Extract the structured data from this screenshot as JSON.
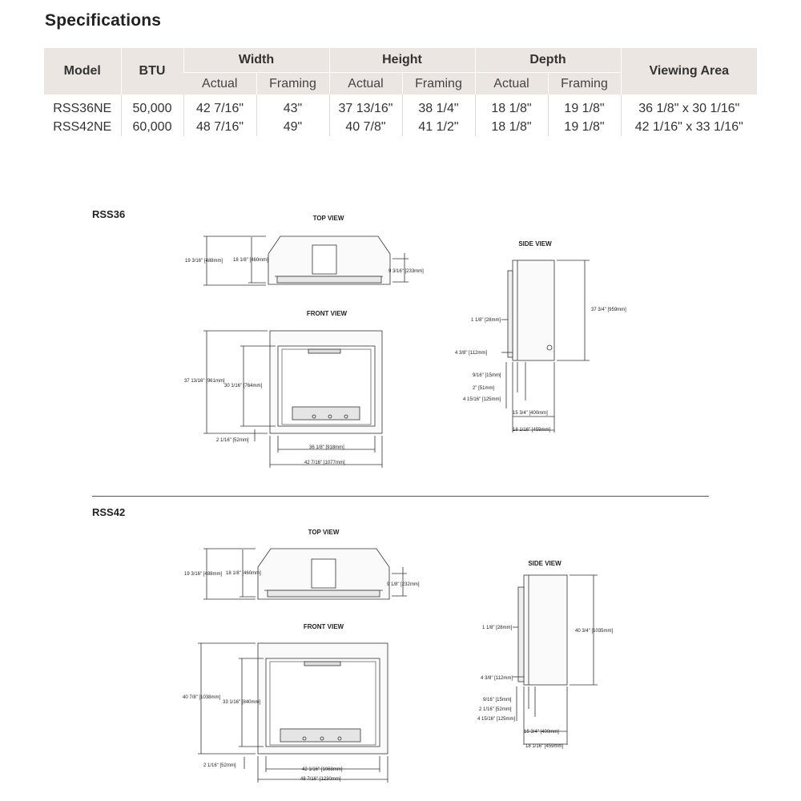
{
  "title": "Specifications",
  "table": {
    "headers": {
      "model": "Model",
      "btu": "BTU",
      "width": "Width",
      "height": "Height",
      "depth": "Depth",
      "viewing_area": "Viewing Area",
      "actual": "Actual",
      "framing": "Framing"
    },
    "rows": [
      {
        "model": "RSS36NE",
        "btu": "50,000",
        "width_actual": "42 7/16\"",
        "width_framing": "43\"",
        "height_actual": "37 13/16\"",
        "height_framing": "38 1/4\"",
        "depth_actual": "18 1/8\"",
        "depth_framing": "19 1/8\"",
        "viewing_area": "36 1/8\" x 30 1/16\""
      },
      {
        "model": "RSS42NE",
        "btu": "60,000",
        "width_actual": "48 7/16\"",
        "width_framing": "49\"",
        "height_actual": "40 7/8\"",
        "height_framing": "41 1/2\"",
        "depth_actual": "18 1/8\"",
        "depth_framing": "19 1/8\"",
        "viewing_area": "42 1/16\" x 33 1/16\""
      }
    ]
  },
  "diagrams": [
    {
      "model": "RSS36",
      "top_view_label": "TOP VIEW",
      "front_view_label": "FRONT VIEW",
      "side_view_label": "SIDE VIEW",
      "top_dims": {
        "outer_depth": "19 3/16\" [488mm]",
        "inner_depth": "18 1/8\" [460mm]",
        "vent": "9 3/16\" [233mm]"
      },
      "front_dims": {
        "height": "37 13/16\" [961mm]",
        "opening_height": "30 1/16\" [764mm]",
        "base": "2 1/16\" [52mm]",
        "opening_width": "36 1/8\" [918mm]",
        "width": "42 7/16\" [1077mm]"
      },
      "side_dims": {
        "height": "37 3/4\" [959mm]",
        "a": "1 1/8\" [28mm]",
        "b": "4 3/8\" [112mm]",
        "c": "9/16\" [15mm]",
        "d": "2\" [51mm]",
        "e": "4 15/16\" [125mm]",
        "f": "15 3/4\" [400mm]",
        "g": "18 1/16\" [459mm]"
      }
    },
    {
      "model": "RSS42",
      "top_view_label": "TOP VIEW",
      "front_view_label": "FRONT VIEW",
      "side_view_label": "SIDE VIEW",
      "top_dims": {
        "outer_depth": "19 3/16\" [488mm]",
        "inner_depth": "18 1/8\" [460mm]",
        "vent": "9 1/8\" [232mm]"
      },
      "front_dims": {
        "height": "40 7/8\" [1038mm]",
        "opening_height": "33 1/16\" [840mm]",
        "base": "2 1/16\" [52mm]",
        "opening_width": "42 1/16\" [1068mm]",
        "width": "48 7/16\" [1230mm]"
      },
      "side_dims": {
        "height": "40 3/4\" [1035mm]",
        "a": "1 1/8\" [28mm]",
        "b": "4 3/8\" [112mm]",
        "c": "9/16\" [15mm]",
        "d": "2 1/16\" [52mm]",
        "e": "4 15/16\" [125mm]",
        "f": "15 3/4\" [400mm]",
        "g": "18 1/16\" [459mm]"
      }
    }
  ]
}
